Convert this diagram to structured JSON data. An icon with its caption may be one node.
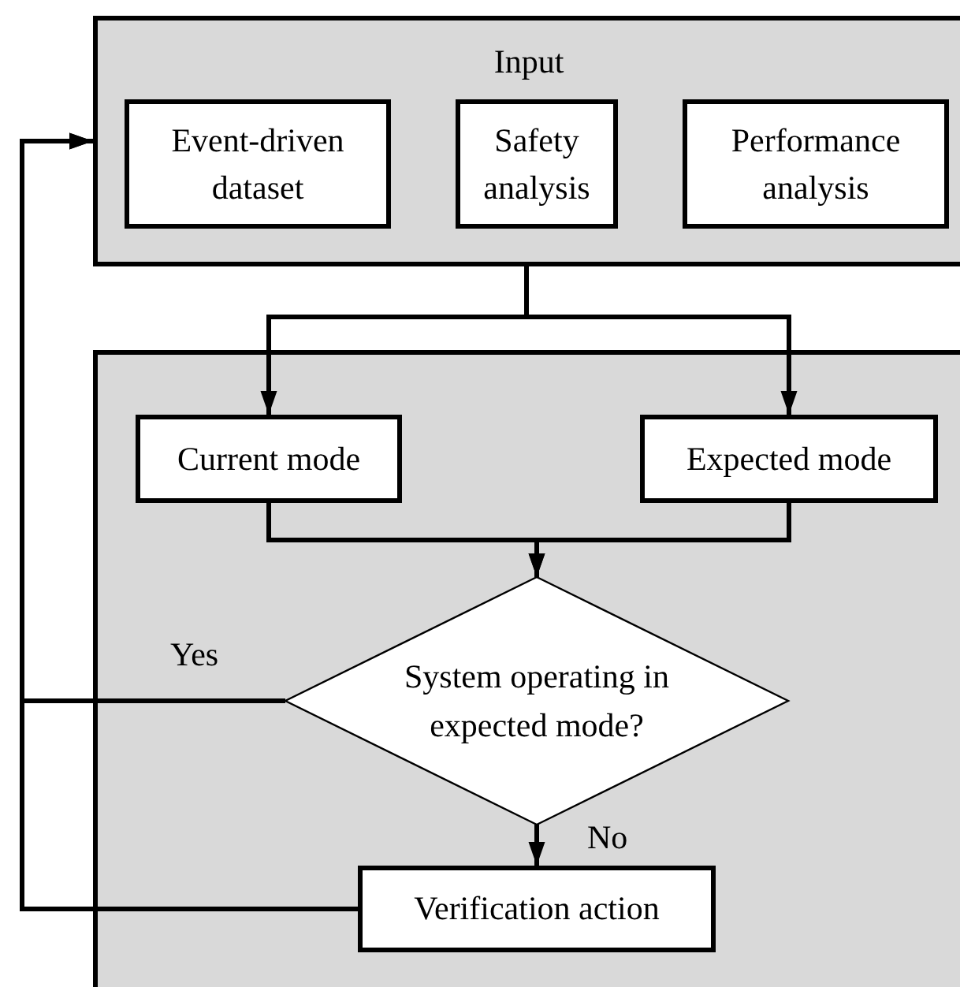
{
  "diagram": {
    "nodes": [
      {
        "text": [
          "Input"
        ]
      },
      {
        "text": [
          "Event-driven dataset"
        ],
        "in": 0
      },
      {
        "text": [
          "Safety analysis"
        ],
        "in": 0
      },
      {
        "text": [
          "Performance analysis"
        ],
        "in": 0
      },
      {
        "text": [],
        "shape": "box"
      },
      {
        "text": [
          "Current mode"
        ],
        "in": 4
      },
      {
        "text": [
          "Expected mode"
        ],
        "in": 4
      },
      {
        "text": [
          "System operating in expected mode?"
        ],
        "in": 4
      },
      {
        "text": [
          "Verification action"
        ],
        "in": 4
      }
    ],
    "edges": [
      {
        "from": 0,
        "to": 5,
        "arrow": "to"
      },
      {
        "from": 0,
        "to": 6,
        "arrow": "to"
      },
      {
        "from": 5,
        "to": 7,
        "arrow": "to"
      },
      {
        "from": 6,
        "to": 7,
        "arrow": "to"
      },
      {
        "from": 7,
        "to": 8,
        "label": "No",
        "arrow": "to"
      },
      {
        "from": 7,
        "to": 0,
        "label": "Yes",
        "arrow": "to"
      },
      {
        "from": 8,
        "to": 0,
        "arrow": "to"
      }
    ]
  }
}
